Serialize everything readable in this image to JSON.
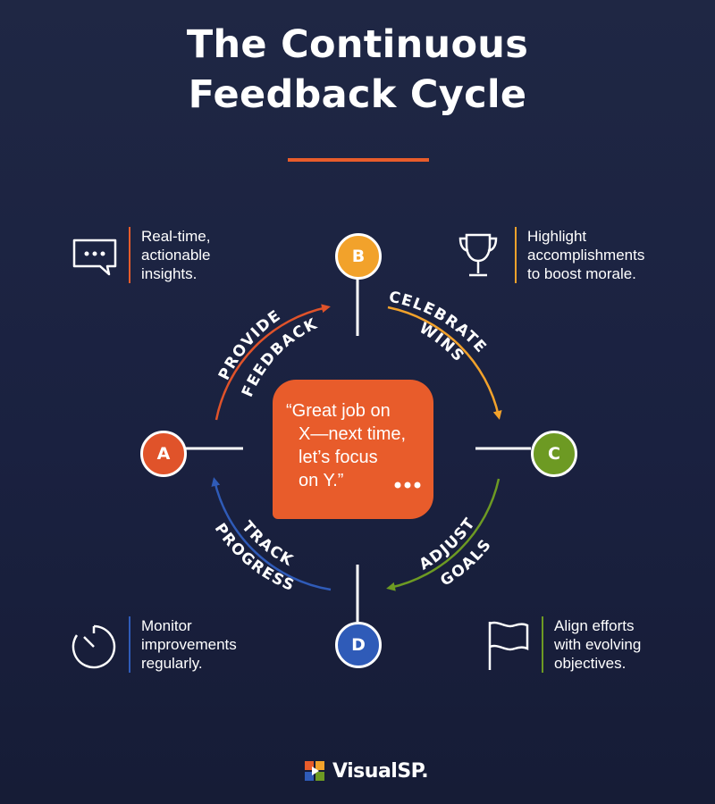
{
  "title": {
    "line1": "The Continuous",
    "line2": "Feedback Cycle"
  },
  "nodes": [
    {
      "id": "A",
      "label": "A",
      "color": "#e0532a"
    },
    {
      "id": "B",
      "label": "B",
      "color": "#f2a22b"
    },
    {
      "id": "C",
      "label": "C",
      "color": "#6d9a23"
    },
    {
      "id": "D",
      "label": "D",
      "color": "#2f5bb8"
    }
  ],
  "arcs": [
    {
      "from": "A",
      "to": "B",
      "line1": "PROVIDE",
      "line2": "FEEDBACK",
      "color": "#e0532a"
    },
    {
      "from": "B",
      "to": "C",
      "line1": "CELEBRATE",
      "line2": "WINS",
      "color": "#f2a22b"
    },
    {
      "from": "C",
      "to": "D",
      "line1": "ADJUST",
      "line2": "GOALS",
      "color": "#6d9a23"
    },
    {
      "from": "D",
      "to": "A",
      "line1": "TRACK",
      "line2": "PROGRESS",
      "color": "#2f5bb8"
    }
  ],
  "center": {
    "line1": "“Great job on",
    "line2": "X—next time,",
    "line3": "let’s focus",
    "line4": "on Y.”",
    "color": "#e85c2b"
  },
  "notes": {
    "top_left": {
      "icon": "chat-bubble-icon",
      "lines": [
        "Real-time,",
        "actionable",
        "insights."
      ]
    },
    "top_right": {
      "icon": "trophy-icon",
      "lines": [
        "Highlight",
        "accomplishments",
        "to boost morale."
      ]
    },
    "bottom_left": {
      "icon": "stopwatch-icon",
      "lines": [
        "Monitor",
        "improvements",
        "regularly."
      ]
    },
    "bottom_right": {
      "icon": "flag-icon",
      "lines": [
        "Align efforts",
        "with evolving",
        "objectives."
      ]
    }
  },
  "logo": {
    "text": "VisualSP."
  }
}
